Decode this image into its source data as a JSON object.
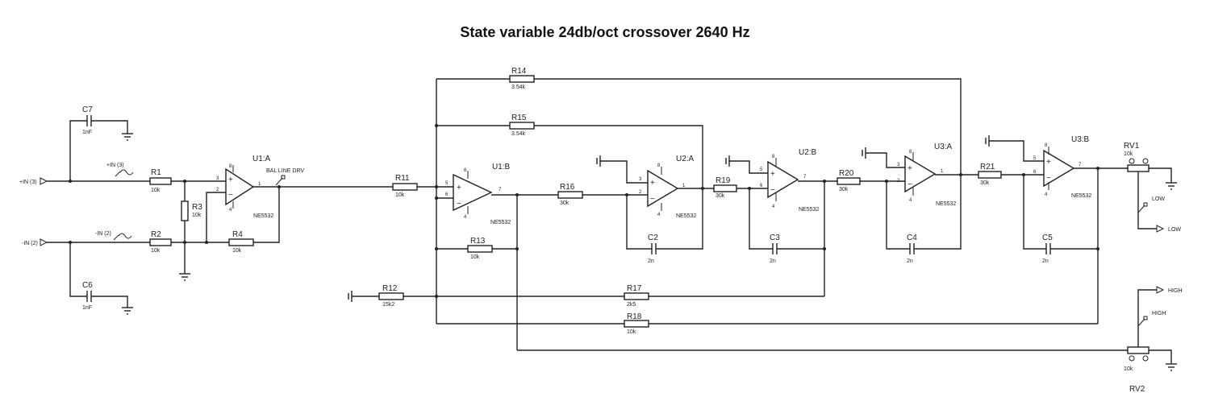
{
  "title": "State variable 24db/oct crossover 2640 Hz",
  "ports": {
    "in_pos": "+IN (3)",
    "in_neg": "-IN (2)",
    "src_pos": "+IN (3)",
    "src_neg": "-IN (2)",
    "low1": "LOW",
    "low2": "LOW",
    "high1": "HIGH",
    "high2": "HIGH"
  },
  "net_label": "BAL LINE DRV",
  "opamps": {
    "u1a": "U1:A",
    "u1b": "U1:B",
    "u2a": "U2:A",
    "u2b": "U2:B",
    "u3a": "U3:A",
    "u3b": "U3:B",
    "part": "NE5532"
  },
  "components": {
    "r1": {
      "ref": "R1",
      "val": "10k"
    },
    "r2": {
      "ref": "R2",
      "val": "10k"
    },
    "r3": {
      "ref": "R3",
      "val": "10k"
    },
    "r4": {
      "ref": "R4",
      "val": "10k"
    },
    "r11": {
      "ref": "R11",
      "val": "10k"
    },
    "r12": {
      "ref": "R12",
      "val": "15k2"
    },
    "r13": {
      "ref": "R13",
      "val": "10k"
    },
    "r14": {
      "ref": "R14",
      "val": "3.54k"
    },
    "r15": {
      "ref": "R15",
      "val": "3.54k"
    },
    "r16": {
      "ref": "R16",
      "val": "30k"
    },
    "r17": {
      "ref": "R17",
      "val": "2k5"
    },
    "r18": {
      "ref": "R18",
      "val": "10k"
    },
    "r19": {
      "ref": "R19",
      "val": "30k"
    },
    "r20": {
      "ref": "R20",
      "val": "30k"
    },
    "r21": {
      "ref": "R21",
      "val": "30k"
    },
    "c2": {
      "ref": "C2",
      "val": "2n"
    },
    "c3": {
      "ref": "C3",
      "val": "2n"
    },
    "c4": {
      "ref": "C4",
      "val": "2n"
    },
    "c5": {
      "ref": "C5",
      "val": "2n"
    },
    "c6": {
      "ref": "C6",
      "val": "1nF"
    },
    "c7": {
      "ref": "C7",
      "val": "1nF"
    },
    "rv1": {
      "ref": "RV1",
      "val": "10k"
    },
    "rv2": {
      "ref": "RV2",
      "val": "10k"
    }
  }
}
